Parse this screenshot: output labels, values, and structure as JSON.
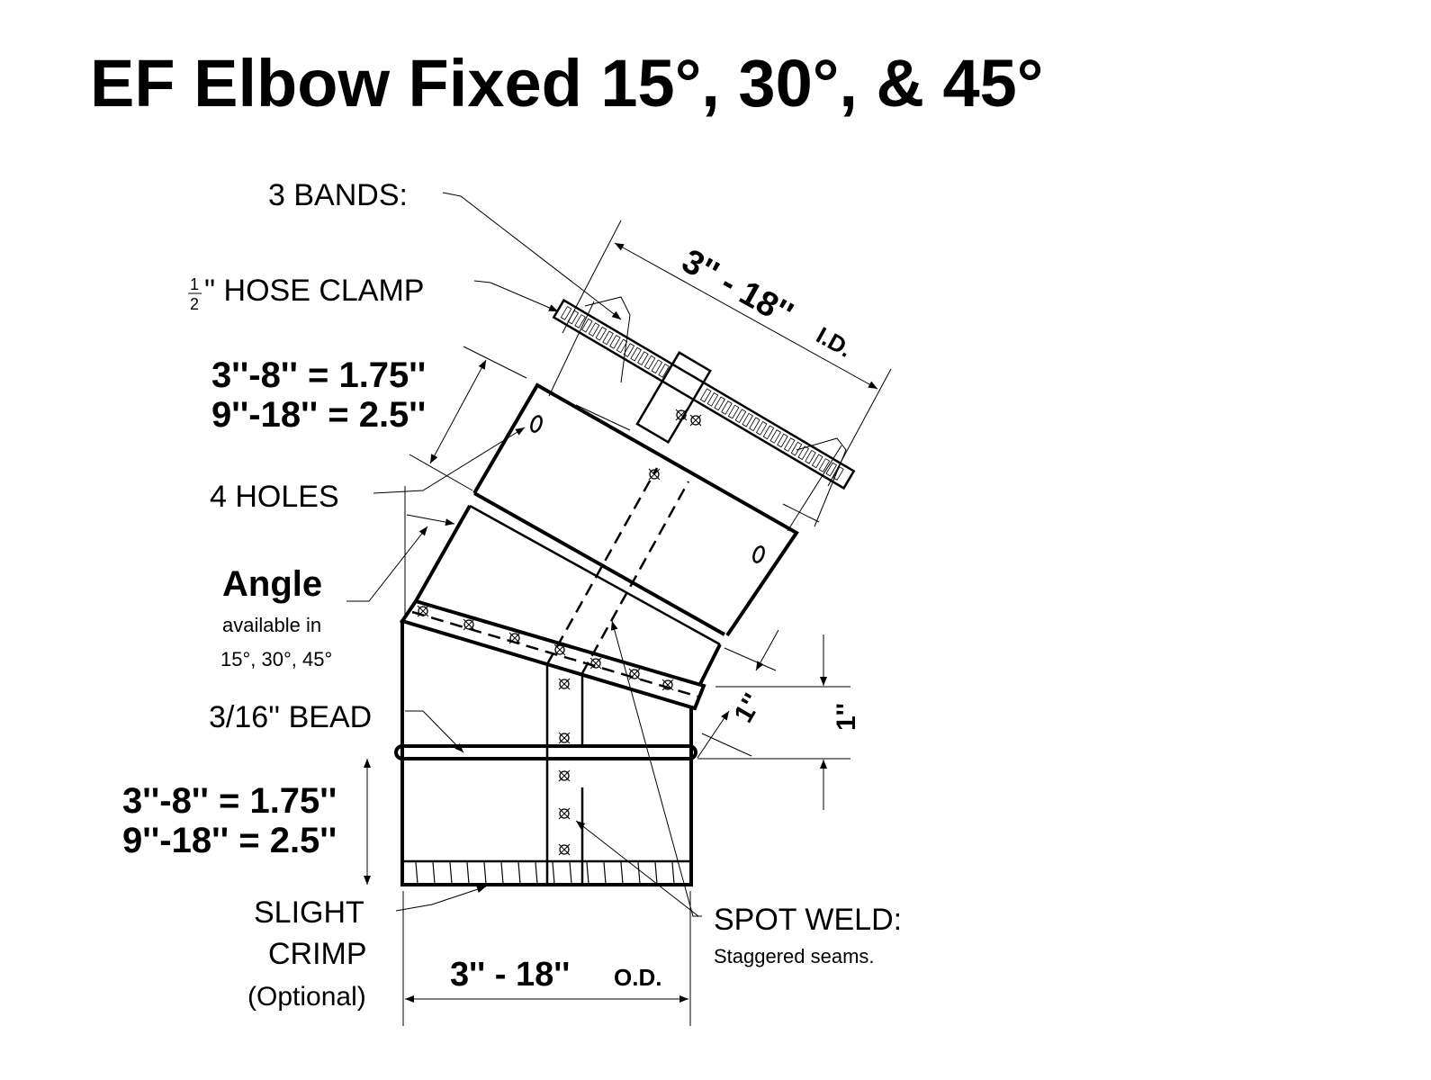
{
  "title": "EF Elbow Fixed 15°, 30°, & 45°",
  "labels": {
    "bands": "3 BANDS:",
    "hose_clamp_num": "1",
    "hose_clamp_den": "2",
    "hose_clamp": "\" HOSE CLAMP",
    "upper_length_1": "3''-8'' = 1.75''",
    "upper_length_2": "9''-18'' = 2.5''",
    "holes": "4 HOLES",
    "angle": "Angle",
    "angle_sub1": "available in",
    "angle_sub2": "15°, 30°, 45°",
    "bead": "3/16'' BEAD",
    "lower_length_1": "3''-8'' = 1.75''",
    "lower_length_2": "9''-18'' = 2.5''",
    "crimp_1": "SLIGHT",
    "crimp_2": "CRIMP",
    "crimp_3": "(Optional)",
    "od_value": "3'' - 18''",
    "od_unit": "O.D.",
    "spot_weld": "SPOT WELD:",
    "spot_weld_sub": "Staggered seams.",
    "id_value": "3'' - 18''",
    "id_unit": "I.D.",
    "gore_dim": "1''",
    "bead_dim": "1''"
  }
}
